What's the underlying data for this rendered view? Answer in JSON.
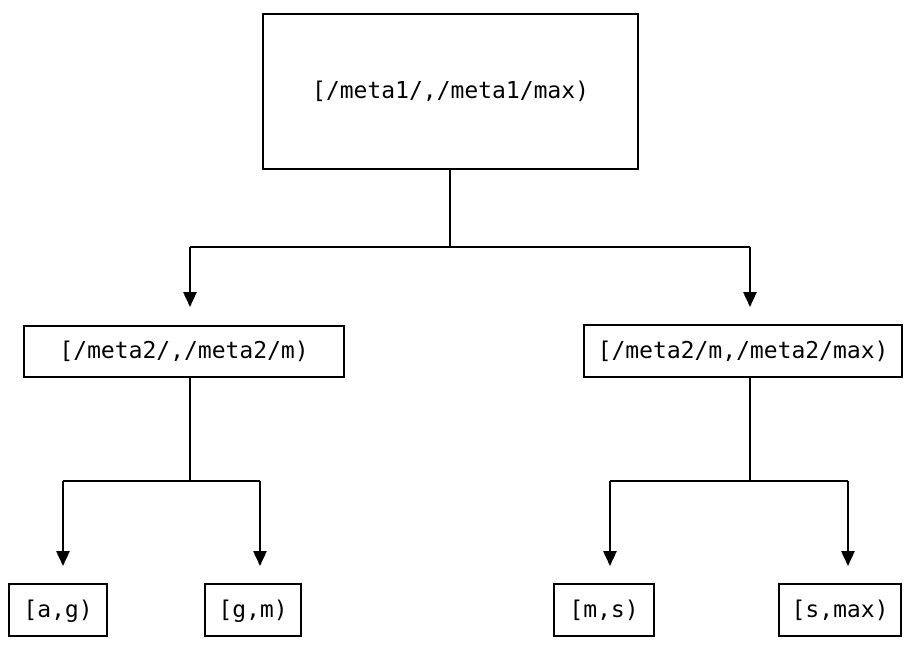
{
  "diagram": {
    "type": "tree",
    "background_color": "#ffffff",
    "line_color": "#000000",
    "text_color": "#000000",
    "nodes": [
      {
        "id": "root",
        "label": "[/meta1/,/meta1/max)",
        "level": 0
      },
      {
        "id": "meta2-left",
        "label": "[/meta2/,/meta2/m)",
        "level": 1
      },
      {
        "id": "meta2-right",
        "label": "[/meta2/m,/meta2/max)",
        "level": 1
      },
      {
        "id": "leaf-a-g",
        "label": "[a,g)",
        "level": 2
      },
      {
        "id": "leaf-g-m",
        "label": "[g,m)",
        "level": 2
      },
      {
        "id": "leaf-m-s",
        "label": "[m,s)",
        "level": 2
      },
      {
        "id": "leaf-s-max",
        "label": "[s,max)",
        "level": 2
      }
    ],
    "edges": [
      {
        "from": "root",
        "to": "meta2-left"
      },
      {
        "from": "root",
        "to": "meta2-right"
      },
      {
        "from": "meta2-left",
        "to": "leaf-a-g"
      },
      {
        "from": "meta2-left",
        "to": "leaf-g-m"
      },
      {
        "from": "meta2-right",
        "to": "leaf-m-s"
      },
      {
        "from": "meta2-right",
        "to": "leaf-s-max"
      }
    ]
  }
}
